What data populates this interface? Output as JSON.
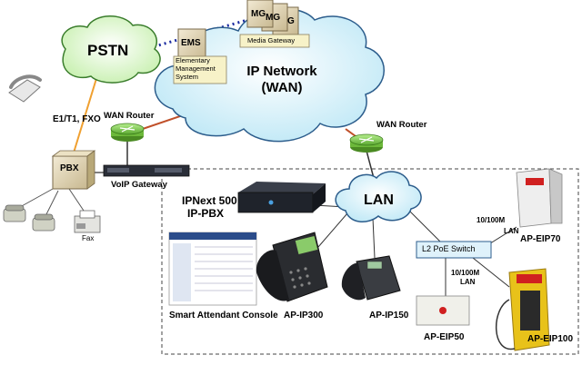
{
  "clouds": {
    "pstn": "PSTN",
    "ip_network": "IP Network (WAN)",
    "lan": "LAN"
  },
  "ems": {
    "box_label": "EMS",
    "description": "Elementary Management System"
  },
  "media_gateway": {
    "box_labels": [
      "MG",
      "MG",
      "G"
    ],
    "description": "Media Gateway"
  },
  "labels": {
    "e1_t1_fxo": "E1/T1, FXO",
    "wan_router_left": "WAN Router",
    "wan_router_right": "WAN Router",
    "pbx": "PBX",
    "voip_gateway": "VoIP Gateway",
    "fax": "Fax",
    "ipnext_line1": "IPNext 500",
    "ipnext_line2": "IP-PBX",
    "l2_poe_switch": "L2 PoE Switch",
    "link_top_line1": "10/100M",
    "link_top_line2": "LAN",
    "link_side_line1": "10/100M",
    "link_side_line2": "LAN",
    "smart_attendant_console": "Smart Attendant Console",
    "ap_ip300": "AP-IP300",
    "ap_ip150": "AP-IP150",
    "ap_eip50": "AP-EIP50",
    "ap_eip70": "AP-EIP70",
    "ap_eip100": "AP-EIP100"
  },
  "colors": {
    "cloud_fill": "#cfeef8",
    "cloud_stroke": "#2c5d8c",
    "pstn_fill": "#d6f5c4",
    "pstn_stroke": "#3a7d2c",
    "e1_line": "#f0a030",
    "wan_link": "#c0502a",
    "dotted_link": "#1a2aa0",
    "lan_line": "#333333"
  }
}
